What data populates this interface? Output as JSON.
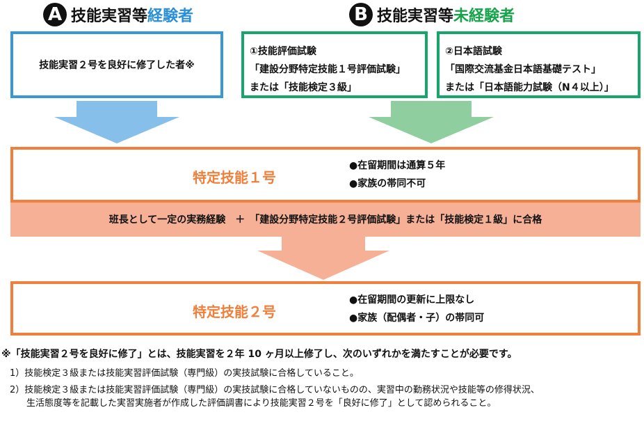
{
  "header_a": {
    "badge": "A",
    "prefix": "技能実習等",
    "accent": "経験者",
    "accent_color": "#2a8fd6"
  },
  "header_b": {
    "badge": "B",
    "prefix": "技能実習等",
    "accent": "未経験者",
    "accent_color": "#16a34a"
  },
  "box_a": {
    "text": "技能実習２号を良好に修了した者※"
  },
  "box_b1": {
    "lines": [
      "①技能評価試験",
      "「建設分野特定技能１号評価試験」",
      "または「技能検定３級」"
    ]
  },
  "box_b2": {
    "lines": [
      "②日本語試験",
      "「国際交流基金日本語基礎テスト」",
      "または「日本語能力試験（N４以上）」"
    ]
  },
  "tokutei1": {
    "title": "特定技能１号",
    "bullets": [
      "●在留期間は通算５年",
      "●家族の帯同不可"
    ]
  },
  "band": {
    "text": "班長として一定の実務経験　＋　「建設分野特定技能２号評価試験」または「技能検定１級」に合格"
  },
  "tokutei2": {
    "title": "特定技能２号",
    "bullets": [
      "●在留期間の更新に上限なし",
      "●家族（配偶者・子）の帯同可"
    ]
  },
  "notes": {
    "main": "※「技能実習２号を良好に修了」とは、技能実習を２年 10 ヶ月以上修了し、次のいずれかを満たすことが必要です。",
    "items": [
      "1）技能検定３級または技能実習評価試験（専門級）の実技試験に合格していること。",
      "2）技能検定３級または技能実習評価試験（専門級）の実技試験に合格していないものの、実習中の勤務状況や技能等の修得状況、",
      "生活態度等を記載した実習実施者が作成した評価調書により技能実習２号を「良好に修了」として認められること。"
    ]
  }
}
